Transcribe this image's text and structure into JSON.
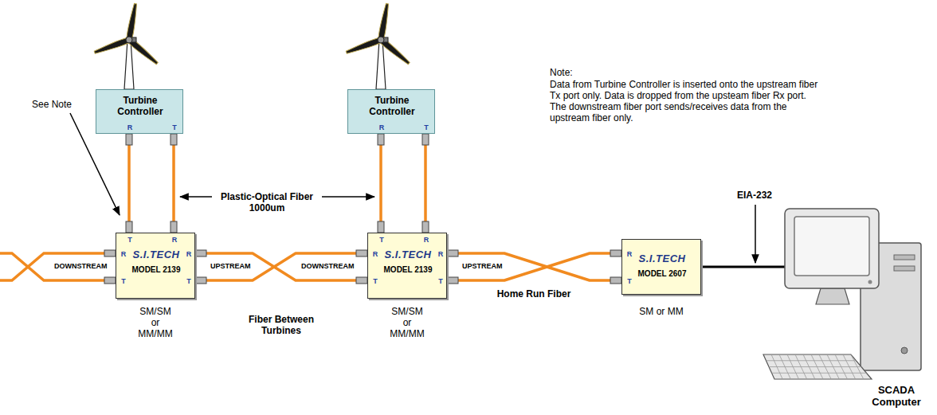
{
  "diagram": {
    "nodes": [
      {
        "text": [
          "Turbine Controller",
          "R",
          "T"
        ]
      },
      {
        "text": [
          "Turbine Controller",
          "R",
          "T"
        ]
      },
      {
        "text": [
          "S.I.TECH",
          "MODEL 2139",
          "R",
          "T",
          "R",
          "R",
          "T",
          "T"
        ]
      },
      {
        "text": [
          "S.I.TECH",
          "MODEL 2139",
          "R",
          "T",
          "R",
          "R",
          "T",
          "T"
        ]
      },
      {
        "text": [
          "S.I.TECH",
          "MODEL 2607",
          "R",
          "T"
        ]
      }
    ],
    "edges": [
      {
        "from": 0,
        "to": 2,
        "arrow": "none"
      },
      {
        "from": 0,
        "to": 2,
        "arrow": "none"
      },
      {
        "from": 1,
        "to": 3,
        "arrow": "none"
      },
      {
        "from": 1,
        "to": 3,
        "arrow": "none"
      },
      {
        "from": 2,
        "to": 3,
        "arrow": "none"
      },
      {
        "from": 2,
        "to": 3,
        "arrow": "none"
      },
      {
        "from": 3,
        "to": 4,
        "arrow": "none"
      },
      {
        "from": 3,
        "to": 4,
        "arrow": "none"
      }
    ],
    "labels": [
      "See Note",
      "Plastic-Optical Fiber 1000um",
      "Note:",
      "Data from Turbine Controller is inserted onto the upstream fiber Tx port only. Data is dropped from the upsteam fiber Rx port. The downstream fiber port sends/receives data from the upstream fiber only.",
      "EIA-232",
      "DOWNSTREAM",
      "UPSTREAM",
      "DOWNSTREAM",
      "UPSTREAM",
      "Fiber Between Turbines",
      "Home Run Fiber",
      "SM/SM or MM/MM",
      "SM/SM or MM/MM",
      "SM or MM",
      "SCADA Computer"
    ]
  }
}
